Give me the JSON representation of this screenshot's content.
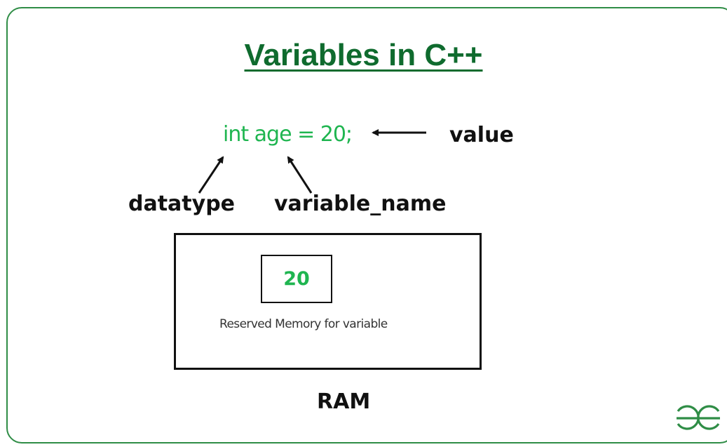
{
  "title": "Variables in C++",
  "code": "int age = 20;",
  "labels": {
    "value": "value",
    "datatype": "datatype",
    "variable_name": "variable_name"
  },
  "memory": {
    "cell_value": "20",
    "caption": "Reserved Memory for variable",
    "container_label": "RAM"
  },
  "colors": {
    "brand_green": "#2f8d46",
    "title_green": "#0f6b2e",
    "code_green": "#1fb550",
    "ink": "#111111"
  },
  "logo": {
    "icon": "gfg-logo-icon"
  }
}
